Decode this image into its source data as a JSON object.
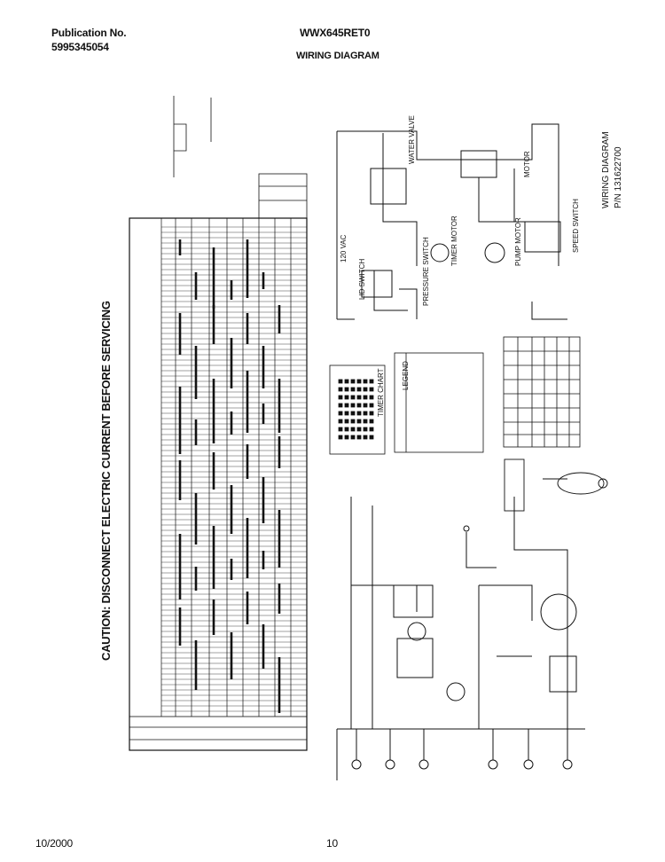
{
  "header": {
    "publication_label": "Publication No.",
    "publication_number": "5995345054",
    "model": "WWX645RET0",
    "title": "WIRING DIAGRAM"
  },
  "caution": "CAUTION: DISCONNECT ELECTRIC CURRENT BEFORE SERVICING",
  "labels": {
    "voltage": "120 VAC",
    "lid_switch": "LID SWITCH",
    "pressure_switch": "PRESSURE SWITCH",
    "timer_motor": "TIMER MOTOR",
    "pump_motor": "PUMP MOTOR",
    "speed_switch": "SPEED SWITCH",
    "water_valve": "WATER VALVE",
    "motor": "MOTOR",
    "wiring_diagram": "WIRING DIAGRAM",
    "part_number": "P/N 131622700",
    "symbol_legend": "LEGEND",
    "timer_chart": "TIMER CHART"
  },
  "footer": {
    "date": "10/2000",
    "page": "10"
  }
}
